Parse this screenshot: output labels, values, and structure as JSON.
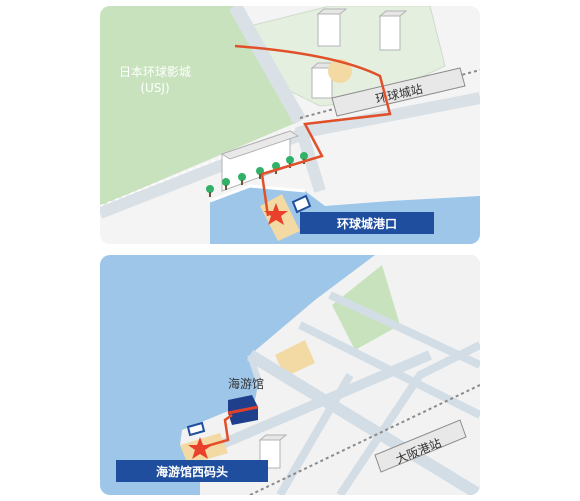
{
  "top_map": {
    "park_name": "日本环球影城",
    "park_abbr": "(USJ)",
    "station_label": "环球城站",
    "pier_label": "环球城港口"
  },
  "bottom_map": {
    "aquarium_label": "海游馆",
    "station_label": "大阪港站",
    "pier_label": "海游馆西码头"
  },
  "colors": {
    "water": "#9ec8e8",
    "water_panel": "#9dc6e9",
    "park_green": "#b8dcae",
    "land": "#f2f2f2",
    "road": "#d4dee6",
    "route": "#e0502a",
    "star": "#e8402a",
    "label_bg": "#1f4e9e",
    "sand": "#f3d9a4"
  }
}
